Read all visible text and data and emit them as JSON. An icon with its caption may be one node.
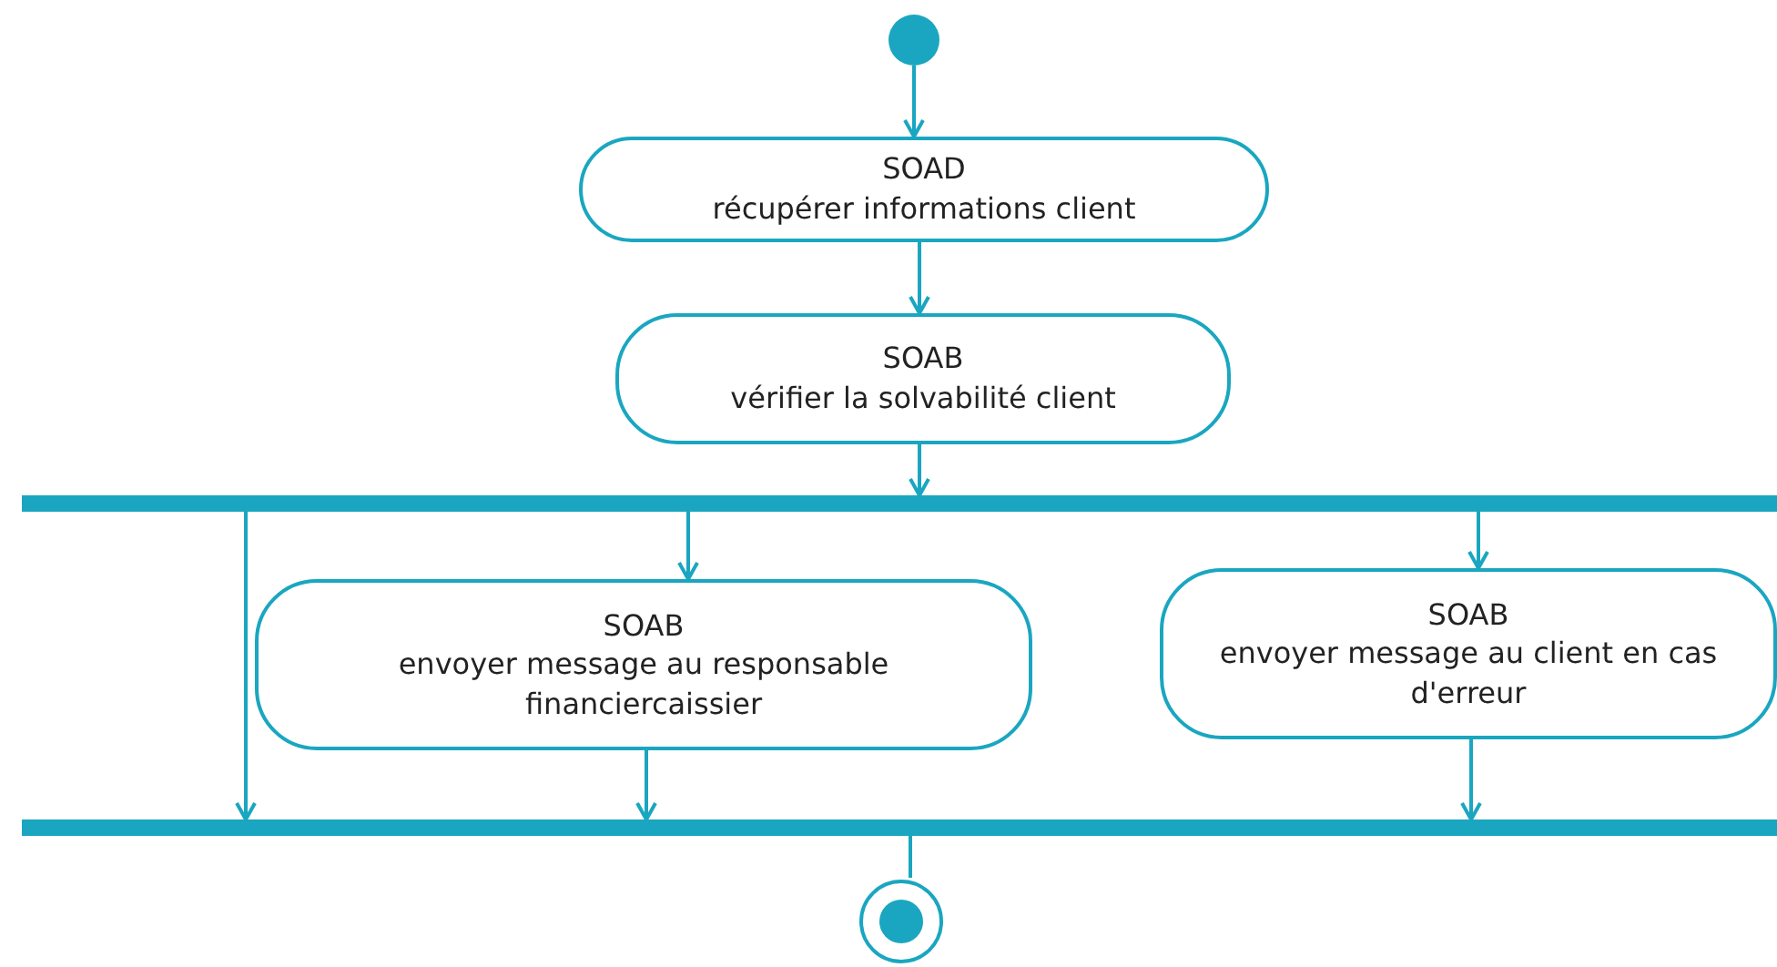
{
  "diagram": {
    "nodes": [
      {
        "text": [],
        "shape": "circle"
      },
      {
        "text": [
          "SOAD",
          "récupérer informations client"
        ]
      },
      {
        "text": [
          "SOAB",
          "vérifier la solvabilité client"
        ]
      },
      {
        "text": [],
        "shape": "bar"
      },
      {
        "text": [
          "SOAB",
          "envoyer message au responsable financiercaissier"
        ]
      },
      {
        "text": [
          "SOAB",
          "envoyer message au client en cas d'erreur"
        ]
      },
      {
        "text": [],
        "shape": "bar"
      },
      {
        "text": [],
        "shape": "circle"
      }
    ],
    "edges": [
      {
        "from": 0,
        "to": 1,
        "arrow": "to"
      },
      {
        "from": 1,
        "to": 2,
        "arrow": "to"
      },
      {
        "from": 2,
        "to": 3,
        "arrow": "to"
      },
      {
        "from": 3,
        "to": 4,
        "arrow": "to"
      },
      {
        "from": 3,
        "to": 5,
        "arrow": "to"
      },
      {
        "from": 3,
        "to": 6,
        "arrow": "to"
      },
      {
        "from": 4,
        "to": 6,
        "arrow": "to"
      },
      {
        "from": 5,
        "to": 6,
        "arrow": "to"
      },
      {
        "from": 6,
        "to": 7,
        "arrow": "none"
      }
    ]
  }
}
